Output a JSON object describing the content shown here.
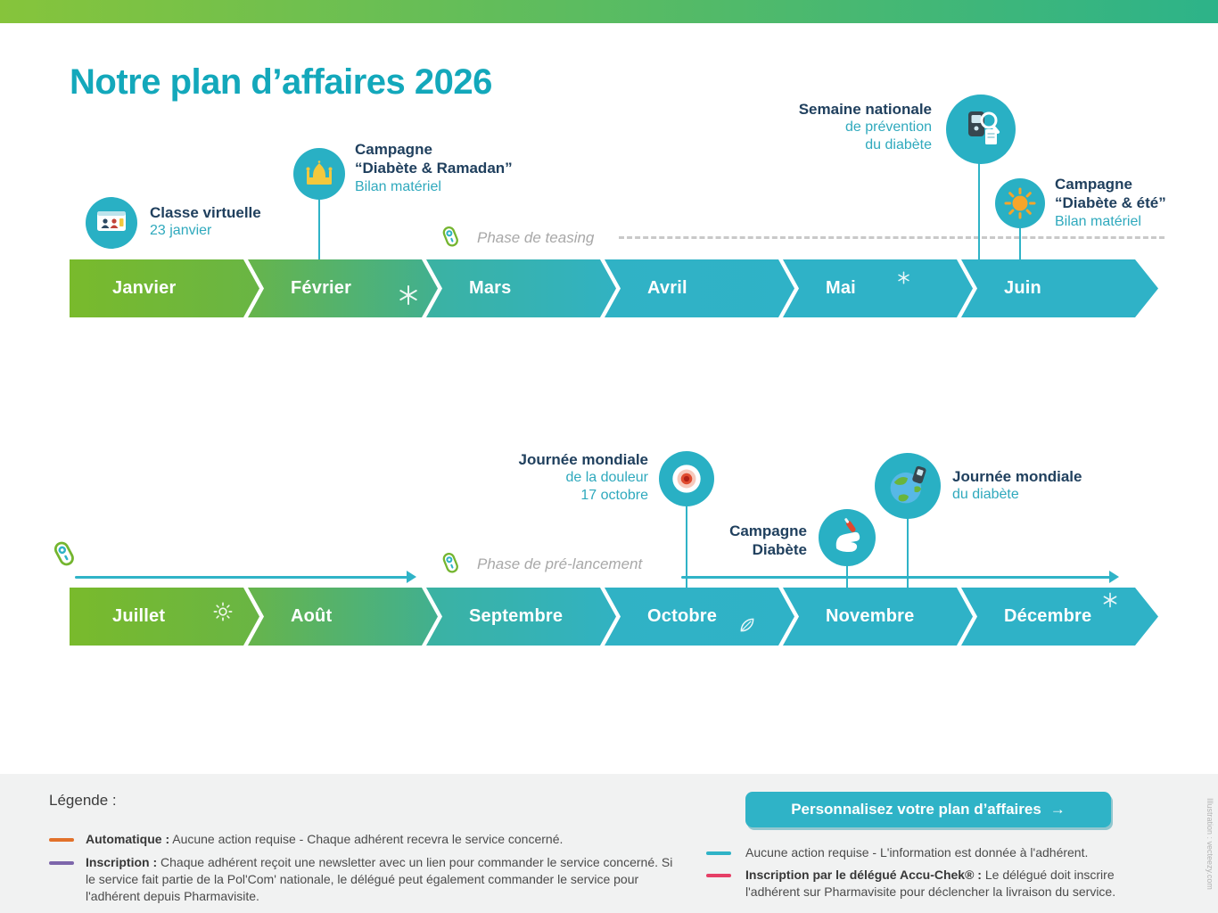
{
  "title": "Notre plan d’affaires 2026",
  "colors": {
    "accent_teal": "#2fb3c7",
    "brand_green": "#76b82d",
    "title_teal": "#13a8bb",
    "navy": "#20405e"
  },
  "row1": {
    "months": [
      "Janvier",
      "Février",
      "Mars",
      "Avril",
      "Mai",
      "Juin"
    ],
    "phase_label": "Phase de teasing",
    "events": {
      "classe": {
        "title": "Classe virtuelle",
        "date": "23 janvier",
        "icon": "classroom-icon"
      },
      "ramadan": {
        "line1": "Campagne",
        "line2": "“Diabète & Ramadan”",
        "line3": "Bilan matériel",
        "icon": "mosque-icon"
      },
      "semaine": {
        "line1": "Semaine nationale",
        "line2": "de prévention",
        "line3": "du diabète",
        "icon": "glucometer-magnifier-icon"
      },
      "ete": {
        "line1": "Campagne",
        "line2": "“Diabète & été”",
        "line3": "Bilan matériel",
        "icon": "sun-icon"
      }
    },
    "bar_decorations": [
      "snowflake-icon",
      "snowflake-icon"
    ]
  },
  "row2": {
    "months": [
      "Juillet",
      "Août",
      "Septembre",
      "Octobre",
      "Novembre",
      "Décembre"
    ],
    "phase_label": "Phase de pré-lancement",
    "events": {
      "douleur": {
        "line1": "Journée mondiale",
        "line2": "de la douleur",
        "line3": "17 octobre",
        "icon": "pain-burst-icon"
      },
      "campagne_diabete": {
        "line1": "Campagne",
        "line2": "Diabète",
        "icon": "hand-lancet-icon"
      },
      "diabete_mondiale": {
        "line1": "Journée mondiale",
        "line2": "du diabète",
        "icon": "globe-meter-icon"
      }
    },
    "bar_decorations": [
      "sun-icon",
      "leaf-icon",
      "snowflake-icon"
    ],
    "phase_icons": [
      "glucometer-outline-icon",
      "glucometer-outline-icon"
    ]
  },
  "legend": {
    "heading": "Légende :",
    "items": [
      {
        "color": "#e2712a",
        "strong": "Automatique :",
        "text": " Aucune action requise - Chaque adhérent recevra le service concerné."
      },
      {
        "color": "#7d66ab",
        "strong": "Inscription :",
        "text": " Chaque adhérent reçoit une newsletter avec un lien pour commander le service concerné. Si le service fait partie de la Pol'Com' nationale, le délégué peut également commander le service pour l'adhérent depuis Pharmavisite."
      },
      {
        "color": "#2fb3c7",
        "strong": "",
        "text": "Aucune action requise - L'information est donnée à l'adhérent."
      },
      {
        "color": "#e63f66",
        "strong": "Inscription par le délégué Accu-Chek® :",
        "text": " Le délégué doit inscrire l'adhérent sur Pharmavisite pour déclencher la livraison du service."
      }
    ]
  },
  "cta": {
    "label": "Personnalisez votre plan d’affaires",
    "arrow": "→"
  },
  "credit": "Illustration : vecteezy.com"
}
